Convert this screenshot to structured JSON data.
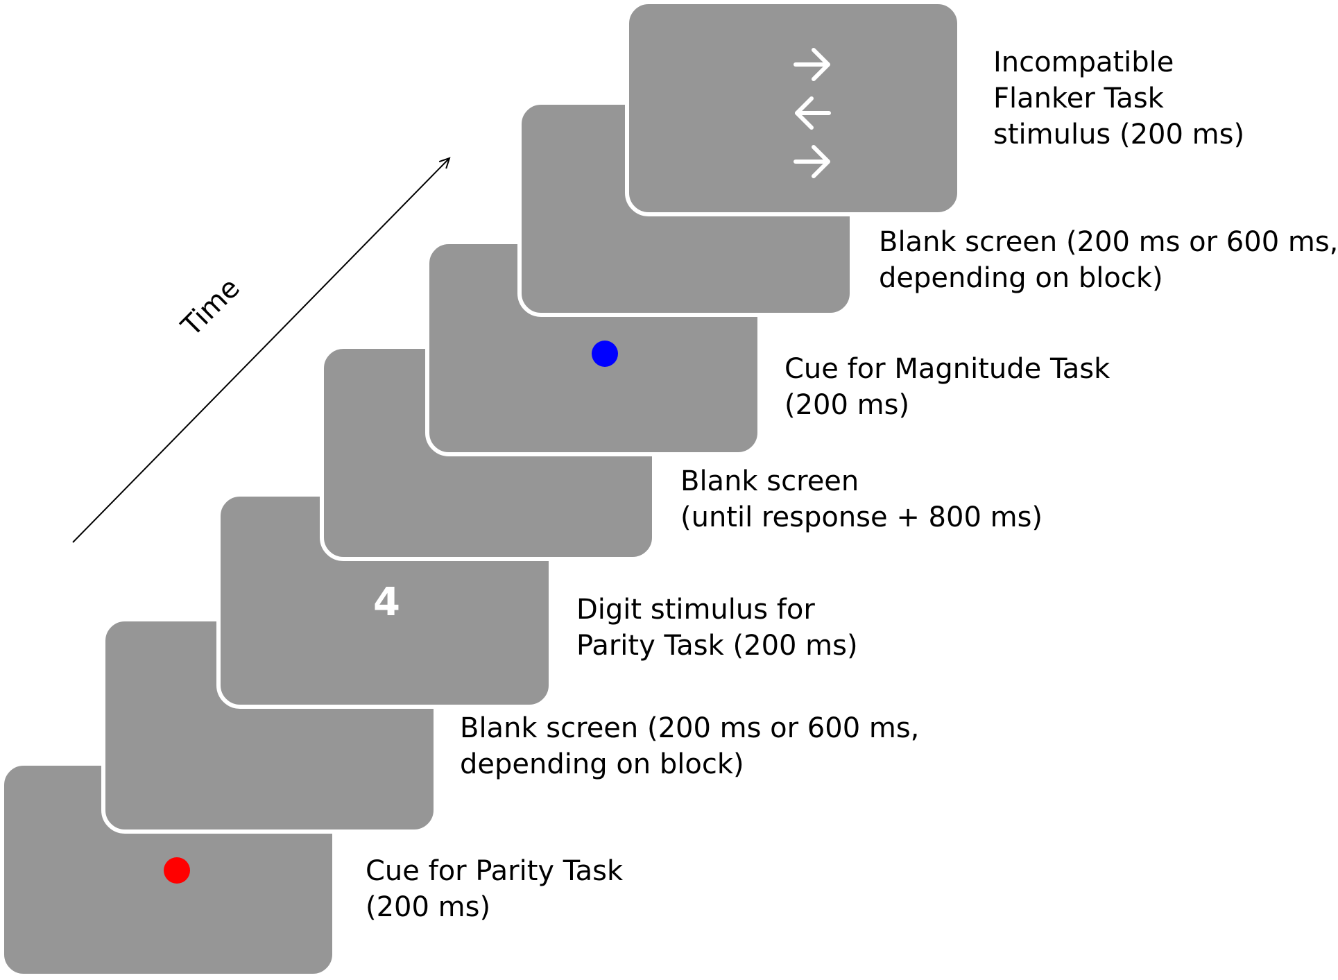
{
  "time_label": "Time",
  "frames": [
    {
      "caption": "Cue for Parity Task\n(200 ms)",
      "content": "red-dot"
    },
    {
      "caption": "Blank screen (200 ms or 600 ms,\ndepending on block)",
      "content": "blank"
    },
    {
      "caption": "Digit stimulus for\nParity Task (200 ms)",
      "content": "digit",
      "digit": "4"
    },
    {
      "caption": "Blank screen\n(until response + 800 ms)",
      "content": "blank"
    },
    {
      "caption": "Cue for Magnitude Task\n(200 ms)",
      "content": "blue-dot"
    },
    {
      "caption": "Blank screen (200 ms or 600 ms,\ndepending on block)",
      "content": "blank"
    },
    {
      "caption": "Incompatible\nFlanker Task\nstimulus (200 ms)",
      "content": "arrows",
      "arrows": [
        "right",
        "left",
        "right"
      ]
    }
  ],
  "colors": {
    "screen": "#969696",
    "border": "#ffffff",
    "red_dot": "#ff0000",
    "blue_dot": "#0000ff",
    "text": "#000000"
  }
}
